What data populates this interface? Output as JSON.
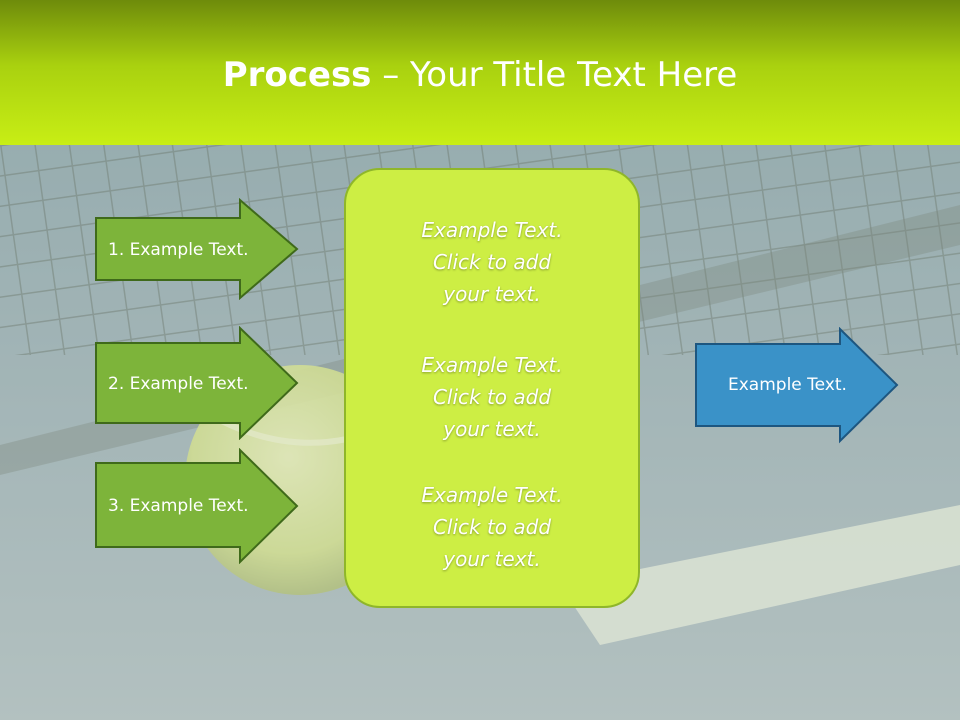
{
  "slide": {
    "title_bold": "Process",
    "title_rest": " – Your Title Text Here",
    "left_arrows": [
      {
        "label": "1. Example Text."
      },
      {
        "label": "2. Example Text."
      },
      {
        "label": "3. Example Text."
      }
    ],
    "center_items": [
      {
        "text": "Example Text.\nClick  to add\nyour text."
      },
      {
        "text": "Example Text.\nClick  to add\nyour text."
      },
      {
        "text": "Example Text.\nClick  to add\nyour text."
      }
    ],
    "right_arrow": {
      "label": "Example Text."
    }
  },
  "colors": {
    "header_dark": "#6e8b0b",
    "header_light": "#c8ee15",
    "green_arrow": "#7db43a",
    "green_arrow_border": "#3f6a1a",
    "center_box": "#cdee44",
    "blue_arrow": "#3a92c8",
    "blue_arrow_border": "#1d5680"
  }
}
